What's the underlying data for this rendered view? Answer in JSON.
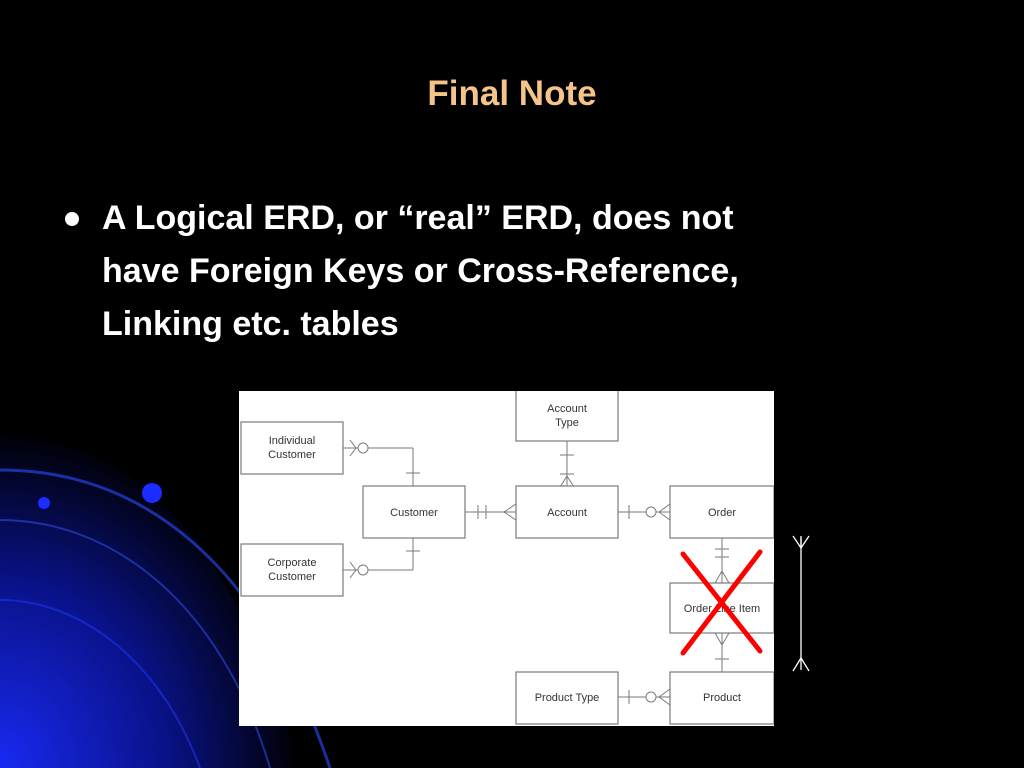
{
  "slide": {
    "title": "Final Note",
    "bullets": [
      {
        "lines": [
          "A Logical ERD, or “real” ERD, does not",
          "have Foreign Keys or Cross-Reference,",
          "Linking etc. tables"
        ]
      }
    ]
  },
  "diagram": {
    "entities": {
      "individual_customer": [
        "Individual",
        "Customer"
      ],
      "corporate_customer": [
        "Corporate",
        "Customer"
      ],
      "customer": [
        "Customer"
      ],
      "account_type": [
        "Account",
        "Type"
      ],
      "account": [
        "Account"
      ],
      "order": [
        "Order"
      ],
      "order_line_item": [
        "Order Line Item"
      ],
      "product_type": [
        "Product Type"
      ],
      "product": [
        "Product"
      ]
    },
    "crossed_out": "order_line_item",
    "cross_color": "#ff0000"
  },
  "colors": {
    "title": "#f5c488",
    "background": "#000000",
    "text": "#ffffff"
  }
}
